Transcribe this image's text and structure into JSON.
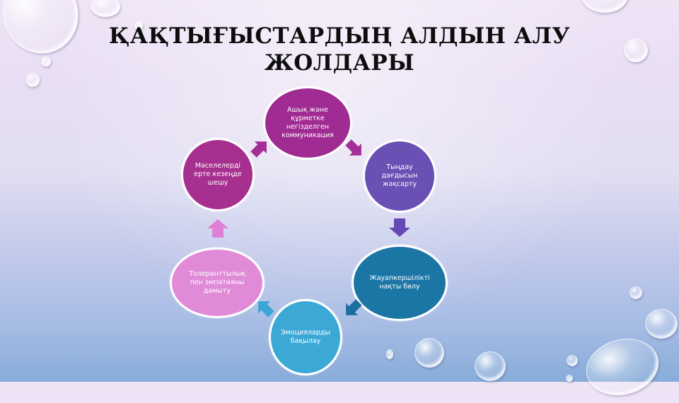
{
  "slide": {
    "title_line1": "ҚАҚТЫҒЫСТАРДЫҢ АЛДЫН АЛУ",
    "title_line2": "ЖОЛДАРЫ"
  },
  "cycle": {
    "nodes": [
      {
        "id": "n1",
        "label": "Ашық және\nқұрметке\nнегізделген\nкоммуникация",
        "color": "#a02b93"
      },
      {
        "id": "n2",
        "label": "Тыңдау\nдағдысын\nжақсарту",
        "color": "#6a4fb4"
      },
      {
        "id": "n3",
        "label": "Жауапкершілікті\nнақты бөлу",
        "color": "#1b76a6"
      },
      {
        "id": "n4",
        "label": "Эмоцияларды\nбақылау",
        "color": "#3ba8d6"
      },
      {
        "id": "n5",
        "label": "Толеранттылық\nпен эмпатияны\nдамыту",
        "color": "#e08ad8"
      },
      {
        "id": "n6",
        "label": "Мәселелерді\nерте кезеңде\nшешу",
        "color": "#a72f8f"
      }
    ],
    "arrows": [
      {
        "from": "n1",
        "to": "n2",
        "color": "#a52d95"
      },
      {
        "from": "n2",
        "to": "n3",
        "color": "#6548b2"
      },
      {
        "from": "n3",
        "to": "n4",
        "color": "#1d6fa0"
      },
      {
        "from": "n4",
        "to": "n5",
        "color": "#3ba6d4"
      },
      {
        "from": "n5",
        "to": "n6",
        "color": "#de80d6"
      },
      {
        "from": "n6",
        "to": "n1",
        "color": "#a52d95"
      }
    ]
  }
}
